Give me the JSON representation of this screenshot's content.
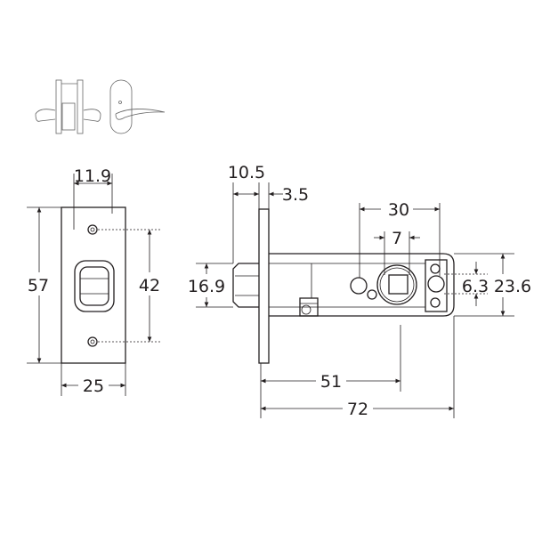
{
  "diagram": {
    "line_color": "#231f20",
    "front_view": {
      "width": "25",
      "height": "57",
      "offset": "11.9",
      "screw_spacing": "42"
    },
    "side_view": {
      "latch_projection": "10.5",
      "plate_thickness": "3.5",
      "hub_to_hole": "30",
      "spindle": "7",
      "latch_height": "16.9",
      "hole_dia": "6.3",
      "body_height": "23.6",
      "backset": "51",
      "length": "72"
    }
  }
}
